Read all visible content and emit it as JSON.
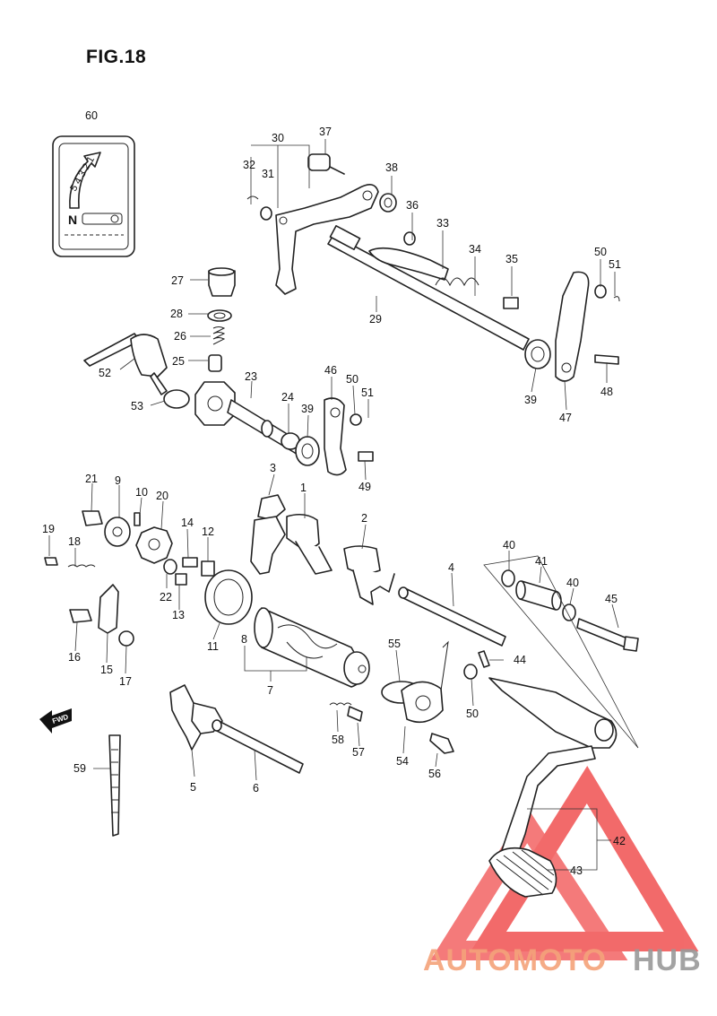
{
  "figure": {
    "title": "FIG.18"
  },
  "indicator_plate": {
    "gear_marks": "5 4 3 2 1",
    "neutral_mark": "N"
  },
  "callouts": [
    {
      "id": "60",
      "label": "60"
    },
    {
      "id": "30",
      "label": "30"
    },
    {
      "id": "37",
      "label": "37"
    },
    {
      "id": "32",
      "label": "32"
    },
    {
      "id": "31",
      "label": "31"
    },
    {
      "id": "38",
      "label": "38"
    },
    {
      "id": "36",
      "label": "36"
    },
    {
      "id": "33",
      "label": "33"
    },
    {
      "id": "34",
      "label": "34"
    },
    {
      "id": "35",
      "label": "35"
    },
    {
      "id": "50a",
      "label": "50"
    },
    {
      "id": "51a",
      "label": "51"
    },
    {
      "id": "27",
      "label": "27"
    },
    {
      "id": "28",
      "label": "28"
    },
    {
      "id": "26",
      "label": "26"
    },
    {
      "id": "25",
      "label": "25"
    },
    {
      "id": "52",
      "label": "52"
    },
    {
      "id": "53",
      "label": "53"
    },
    {
      "id": "29",
      "label": "29"
    },
    {
      "id": "39a",
      "label": "39"
    },
    {
      "id": "47",
      "label": "47"
    },
    {
      "id": "48",
      "label": "48"
    },
    {
      "id": "23",
      "label": "23"
    },
    {
      "id": "24",
      "label": "24"
    },
    {
      "id": "39b",
      "label": "39"
    },
    {
      "id": "46",
      "label": "46"
    },
    {
      "id": "50b",
      "label": "50"
    },
    {
      "id": "51b",
      "label": "51"
    },
    {
      "id": "49",
      "label": "49"
    },
    {
      "id": "21",
      "label": "21"
    },
    {
      "id": "9",
      "label": "9"
    },
    {
      "id": "10",
      "label": "10"
    },
    {
      "id": "20",
      "label": "20"
    },
    {
      "id": "3",
      "label": "3"
    },
    {
      "id": "1",
      "label": "1"
    },
    {
      "id": "19",
      "label": "19"
    },
    {
      "id": "18",
      "label": "18"
    },
    {
      "id": "14",
      "label": "14"
    },
    {
      "id": "12",
      "label": "12"
    },
    {
      "id": "2",
      "label": "2"
    },
    {
      "id": "22",
      "label": "22"
    },
    {
      "id": "13",
      "label": "13"
    },
    {
      "id": "40a",
      "label": "40"
    },
    {
      "id": "41",
      "label": "41"
    },
    {
      "id": "40b",
      "label": "40"
    },
    {
      "id": "45",
      "label": "45"
    },
    {
      "id": "4",
      "label": "4"
    },
    {
      "id": "16",
      "label": "16"
    },
    {
      "id": "15",
      "label": "15"
    },
    {
      "id": "17",
      "label": "17"
    },
    {
      "id": "11",
      "label": "11"
    },
    {
      "id": "8",
      "label": "8"
    },
    {
      "id": "7",
      "label": "7"
    },
    {
      "id": "55",
      "label": "55"
    },
    {
      "id": "44",
      "label": "44"
    },
    {
      "id": "50c",
      "label": "50"
    },
    {
      "id": "58",
      "label": "58"
    },
    {
      "id": "57",
      "label": "57"
    },
    {
      "id": "54",
      "label": "54"
    },
    {
      "id": "56",
      "label": "56"
    },
    {
      "id": "5",
      "label": "5"
    },
    {
      "id": "6",
      "label": "6"
    },
    {
      "id": "59",
      "label": "59"
    },
    {
      "id": "42",
      "label": "42"
    },
    {
      "id": "43",
      "label": "43"
    }
  ],
  "direction_marker": {
    "text": "FWD"
  },
  "watermark": {
    "part1": "AUTOMOTO",
    "part2": "HUB",
    "color1": "#f4a27a",
    "color2": "#9a9a9a",
    "logo_color": "#ef4646"
  }
}
